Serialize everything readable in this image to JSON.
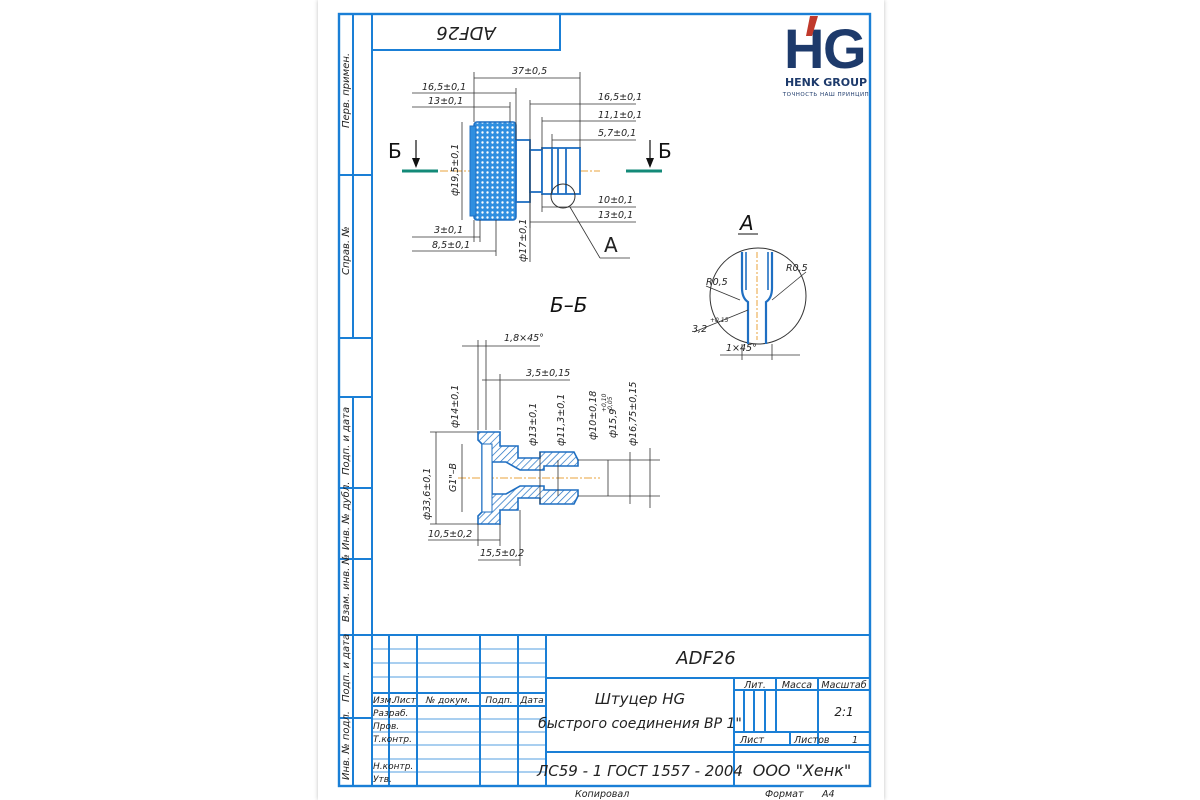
{
  "stamp_top": "ADF26",
  "logo": {
    "letters": "HG",
    "company": "HENK GROUP",
    "slogan": "ТОЧНОСТЬ НАШ ПРИНЦИП",
    "colors": {
      "blue": "#1d3a6b",
      "red": "#c0392b"
    }
  },
  "side_labels": {
    "perv_primen": "Перв. примен.",
    "sprav": "Справ. №",
    "podp_data_1": "Подп. и дата",
    "inv_dubl": "Инв. № дубл.",
    "vzam_inv": "Взам. инв. №",
    "podp_data_2": "Подп. и дата",
    "inv_podl": "Инв. № подл."
  },
  "views": {
    "section_mark": "Б",
    "section_title": "Б–Б",
    "detail_callout": "А",
    "detail_title": "А"
  },
  "dims_top": {
    "d1": "37±0,5",
    "d2": "16,5±0,1",
    "d3": "13±0,1",
    "d4": "16,5±0,1",
    "d5": "11,1±0,1",
    "d6": "5,7±0,1",
    "d7": "ф19,5±0,1",
    "d8": "10±0,1",
    "d9": "13±0,1",
    "d10": "3±0,1",
    "d11": "8,5±0,1",
    "d12": "ф17±0,1"
  },
  "dims_detail": {
    "r1": "R0,5",
    "r2": "R0,5",
    "w": "3,2",
    "w_tol": "+0,15",
    "ch": "1×45°"
  },
  "dims_section": {
    "ch": "1,8×45°",
    "s1": "3,5±0,15",
    "d14": "ф14±0,1",
    "d13": "ф13±0,1",
    "d113": "ф11,3±0,1",
    "d10": "ф10±0,18",
    "d159": "ф15,9",
    "d159_tol_top": "+0,10",
    "d159_tol_bot": "-0,05",
    "d1675": "ф16,75±0,15",
    "d336": "ф33,6±0,1",
    "thread": "G1\"–B",
    "l105": "10,5±0,2",
    "l155": "15,5±0,2"
  },
  "title_block": {
    "designation": "ADF26",
    "name_line1": "Штуцер HG",
    "name_line2": "быстрого соединения ВР 1\"",
    "material": "ЛС59 - 1 ГОСТ 1557 - 2004",
    "org": "ООО \"Хенк\"",
    "lit": "Лит.",
    "mass": "Масса",
    "scale": "Масштаб",
    "scale_value": "2:1",
    "sheet": "Лист",
    "sheets": "Листов",
    "sheets_value": "1",
    "izm": "Изм.",
    "list": "Лист",
    "ndok": "№ докум.",
    "podp": "Подп.",
    "data": "Дата",
    "razrab": "Разраб.",
    "prov": "Пров.",
    "tkontr": "Т.контр.",
    "nkontr": "Н.контр.",
    "utv": "Утв.",
    "kopiroval": "Копировал",
    "format": "Формат",
    "format_value": "А4"
  }
}
